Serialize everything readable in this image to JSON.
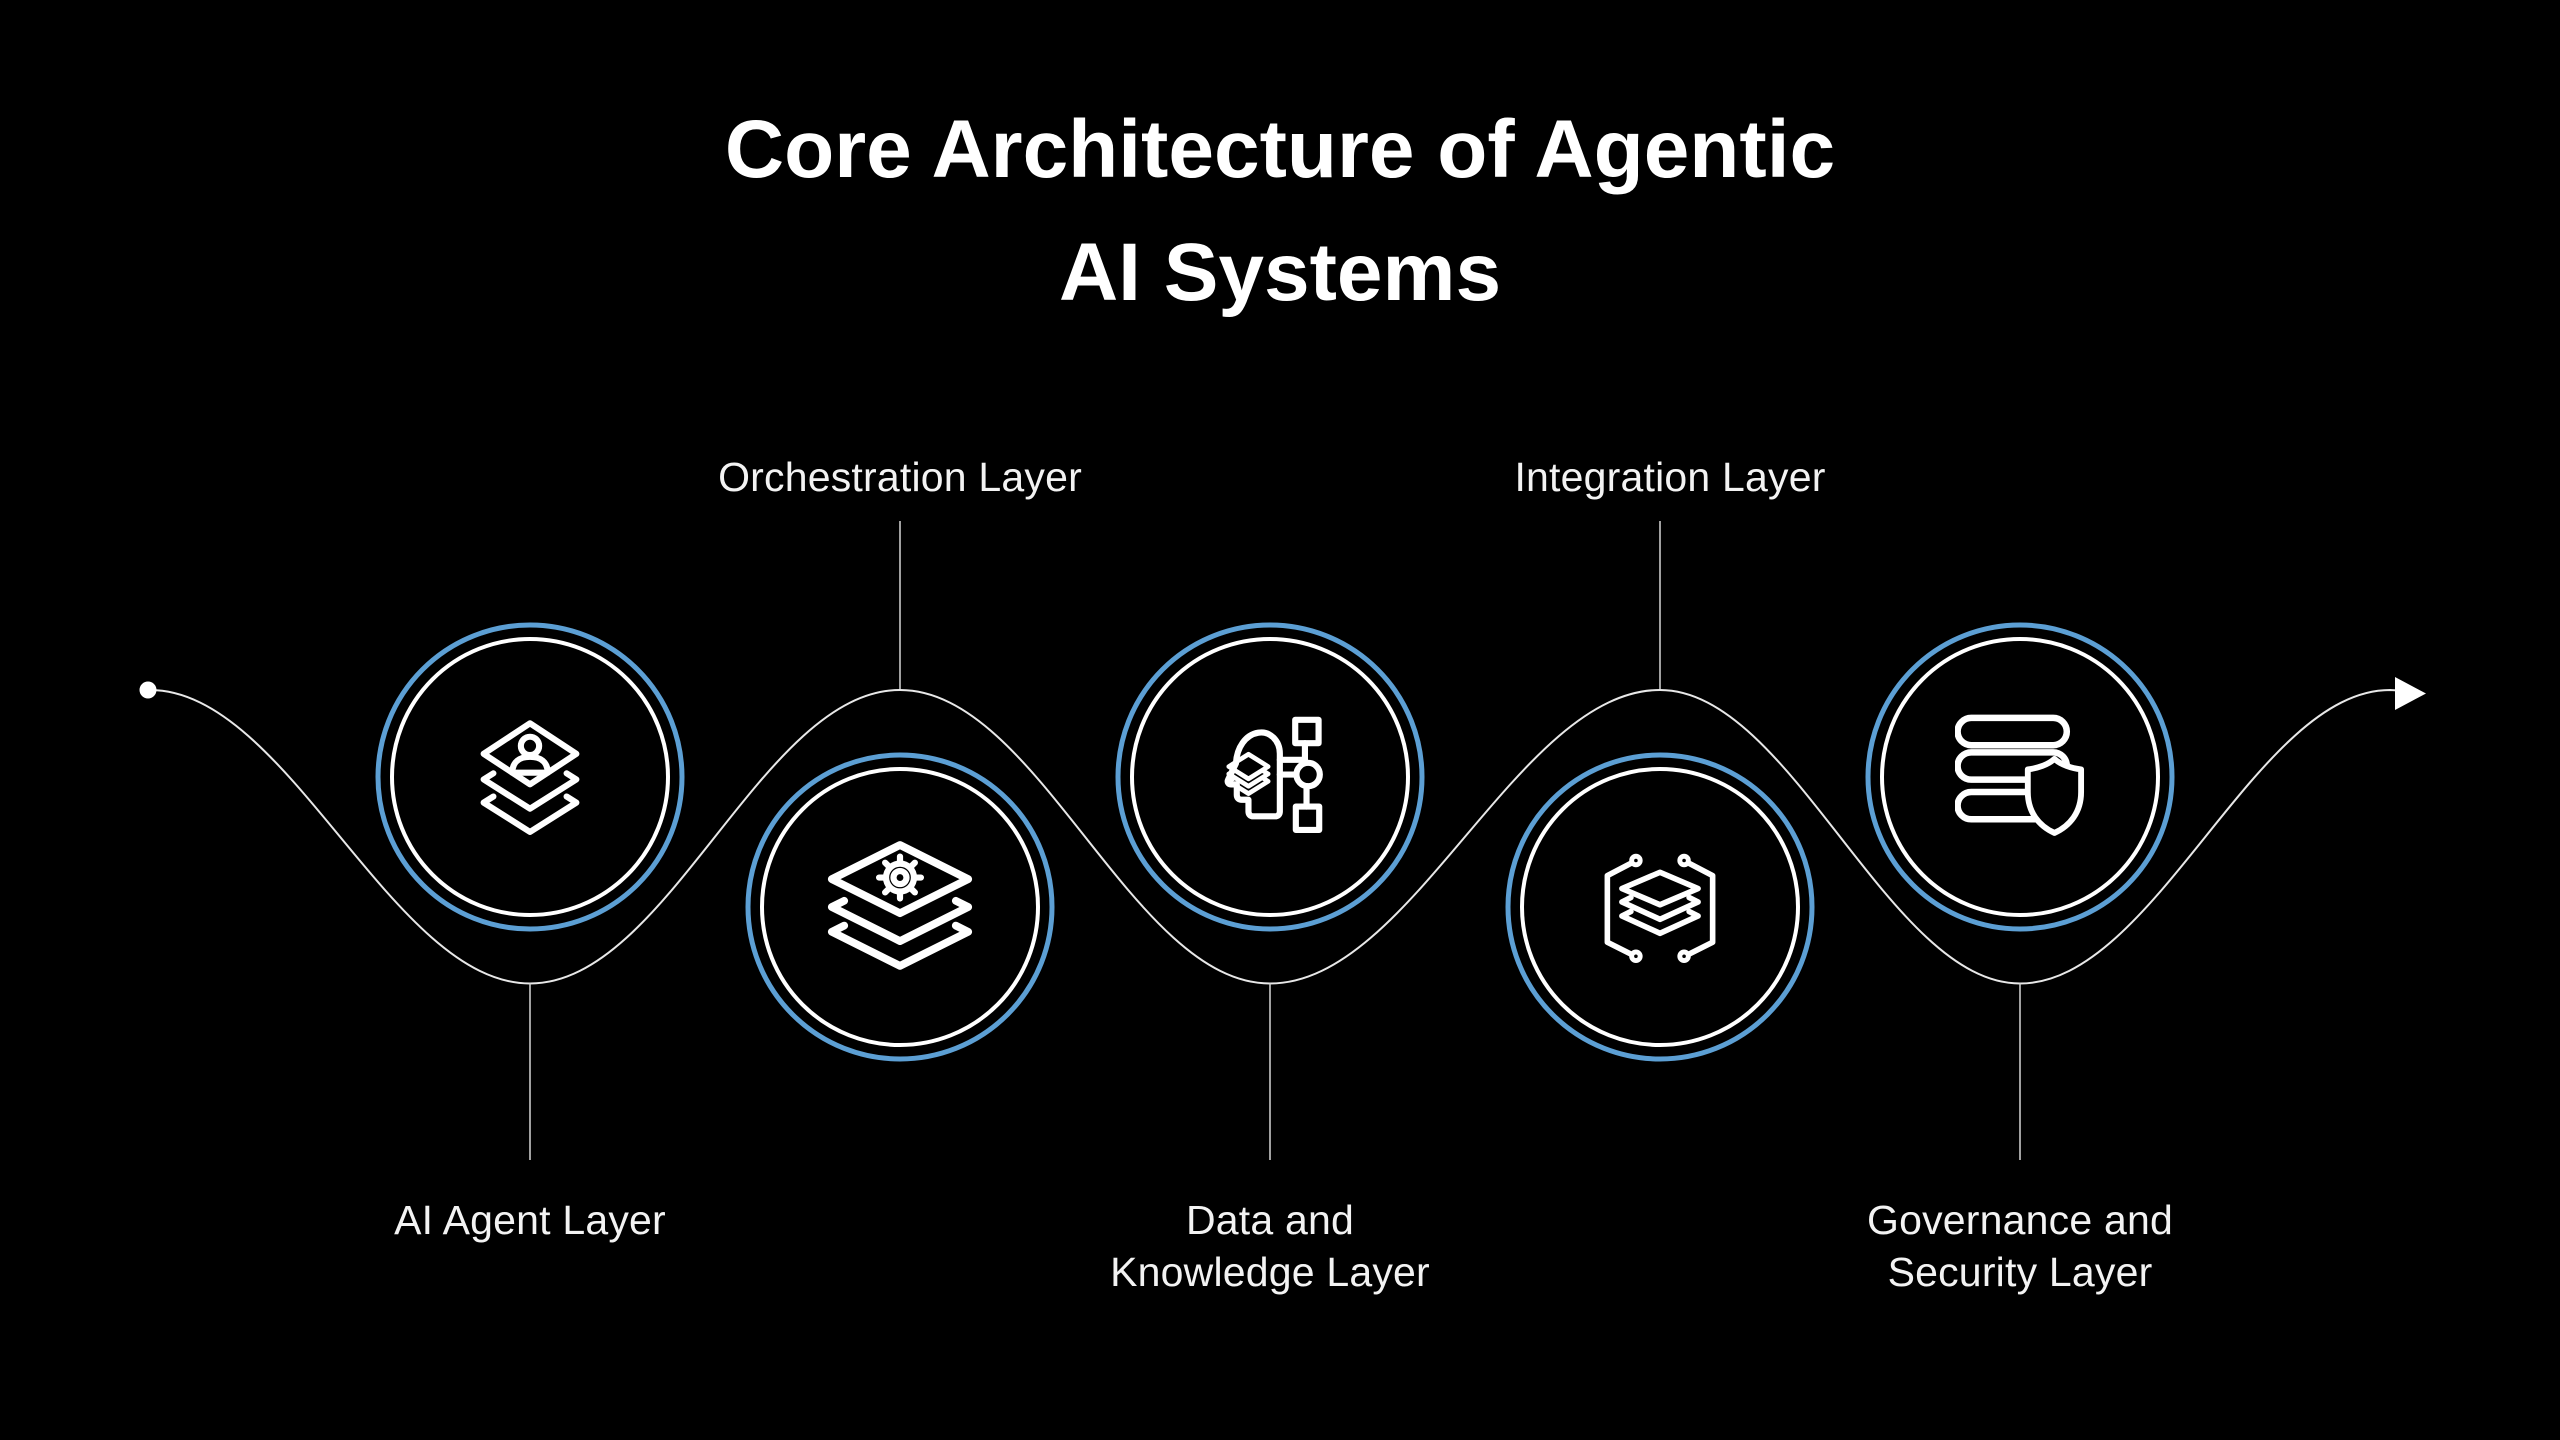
{
  "title": {
    "line1": "Core Architecture of Agentic",
    "line2": "AI Systems"
  },
  "nodes": [
    {
      "id": "ai-agent-layer",
      "label": "AI Agent Layer",
      "lines": [
        "AI Agent Layer"
      ],
      "label_position": "bottom",
      "icon": "layers-user-icon"
    },
    {
      "id": "orchestration-layer",
      "label": "Orchestration Layer",
      "lines": [
        "Orchestration Layer"
      ],
      "label_position": "top",
      "icon": "layers-gear-icon"
    },
    {
      "id": "data-knowledge-layer",
      "label": "Data and Knowledge Layer",
      "lines": [
        "Data and",
        "Knowledge Layer"
      ],
      "label_position": "bottom",
      "icon": "head-flowchart-icon"
    },
    {
      "id": "integration-layer",
      "label": "Integration Layer",
      "lines": [
        "Integration Layer"
      ],
      "label_position": "top",
      "icon": "hexagon-layers-icon"
    },
    {
      "id": "governance-security-layer",
      "label": "Governance and Security Layer",
      "lines": [
        "Governance and",
        "Security Layer"
      ],
      "label_position": "bottom",
      "icon": "database-shield-icon"
    }
  ],
  "flow": {
    "style": "sine-wave",
    "start_marker": "dot",
    "end_marker": "arrow-right"
  },
  "colors": {
    "background": "#000000",
    "accent_blue": "#5C9FD4",
    "ring_white": "#FFFFFF",
    "line": "#E8E8E8",
    "text": "#FFFFFF"
  }
}
